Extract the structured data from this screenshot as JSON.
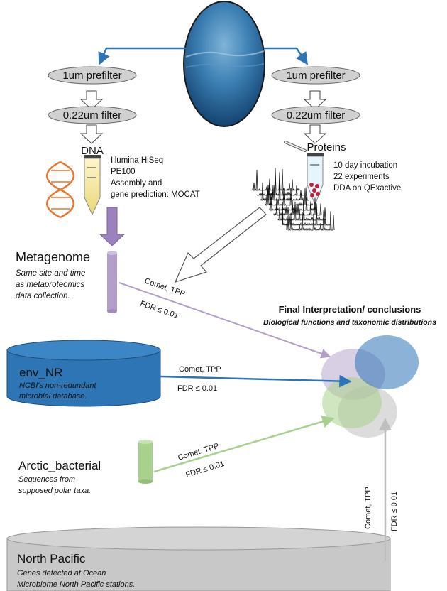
{
  "left_branch": {
    "prefilter": "1um prefilter",
    "filter": "0.22um filter",
    "product": "DNA",
    "notes": [
      "Illumina HiSeq",
      "PE100",
      "Assembly and",
      "gene prediction: MOCAT"
    ]
  },
  "right_branch": {
    "prefilter": "1um prefilter",
    "filter": "0.22um filter",
    "product": "Proteins",
    "notes": [
      "10 day incubation",
      "22 experiments",
      "DDA on QExactive"
    ]
  },
  "databases": [
    {
      "title": "Metagenome",
      "desc": [
        "Same site and time",
        "as metaproteomics",
        "data collection."
      ],
      "search": "Comet, TPP",
      "fdr": "FDR ≤ 0.01",
      "color": "#b39fc9"
    },
    {
      "title": "env_NR",
      "desc": [
        "NCBI's non-redundant",
        "microbial database."
      ],
      "search": "Comet, TPP",
      "fdr": "FDR ≤ 0.01",
      "color": "#2e75b6"
    },
    {
      "title": "Arctic_bacterial",
      "desc": [
        "Sequences from",
        "supposed polar taxa."
      ],
      "search": "Comet, TPP",
      "fdr": "FDR ≤ 0.01",
      "color": "#a9d18e"
    },
    {
      "title": "North Pacific",
      "desc": [
        "Genes detected at Ocean",
        "Microbiome North Pacific stations."
      ],
      "search": "Comet, TPP",
      "fdr": "FDR ≤ 0.01",
      "color": "#bfbfbf"
    }
  ],
  "final": {
    "title": "Final Interpretation/ conclusions",
    "subtitle": "Biological functions and taxonomic distributions"
  }
}
